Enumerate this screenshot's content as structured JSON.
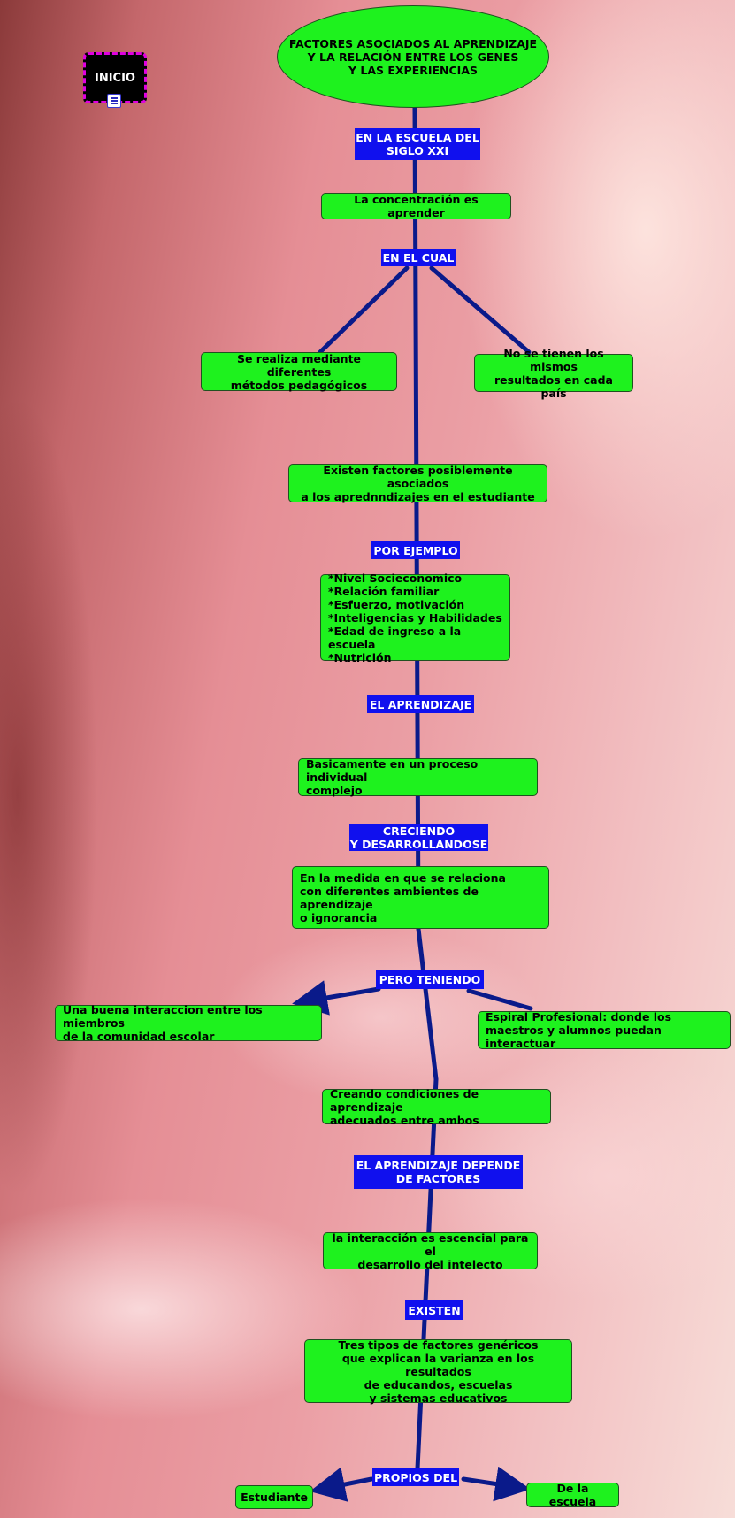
{
  "title": "FACTORES ASOCIADOS AL APRENDIZAJE\nY LA RELACIÓN ENTRE LOS GENES\nY LAS EXPERIENCIAS",
  "inicio": "INICIO",
  "labels": {
    "escuela_siglo": "EN LA ESCUELA DEL\nSIGLO XXI",
    "en_el_cual": "EN EL CUAL",
    "por_ejemplo": "POR EJEMPLO",
    "el_aprendizaje": "EL APRENDIZAJE",
    "creciendo": "CRECIENDO\nY DESARROLLANDOSE",
    "pero_teniendo": "PERO TENIENDO",
    "depende": "EL APRENDIZAJE DEPENDE\nDE  FACTORES",
    "existen": "EXISTEN",
    "propios_del": "PROPIOS DEL"
  },
  "nodes": {
    "concentracion": "La concentración es aprender",
    "metodos": "Se realiza mediante diferentes\nmétodos pedagógicos",
    "resultados": "No se tienen los mismos\nresultados en cada país",
    "factores_asociados": "Existen factores posiblemente asociados\na los aprednndizajes en el estudiante",
    "lista": "*Nivel Socieconomico\n*Relación familiar\n*Esfuerzo, motivación\n*Inteligencias y Habilidades\n*Edad de ingreso a la escuela\n*Nutrición",
    "basicamente": "Basicamente en un proceso individual\ncomplejo",
    "medida": "En la medida en que se relaciona\ncon diferentes ambientes de aprendizaje\no ignorancia",
    "interaccion_miembros": "Una buena interaccion entre los miembros\nde la comunidad escolar",
    "espiral": "Espiral Profesional: donde los\nmaestros y alumnos puedan interactuar",
    "creando": "Creando condiciones de aprendizaje\nadecuados entre ambos",
    "intelecto": "la interacción es escencial para el\ndesarrollo del intelecto",
    "tres_tipos": "Tres tipos de factores genéricos\nque explican la varianza en los resultados\nde educandos, escuelas\ny sistemas educativos",
    "estudiante": "Estudiante",
    "escuela": "De la escuela"
  },
  "colors": {
    "node_fill": "#1ef21e",
    "label_fill": "#1010ee",
    "connector": "#0a1a8a",
    "inicio_border": "#e000e0"
  }
}
